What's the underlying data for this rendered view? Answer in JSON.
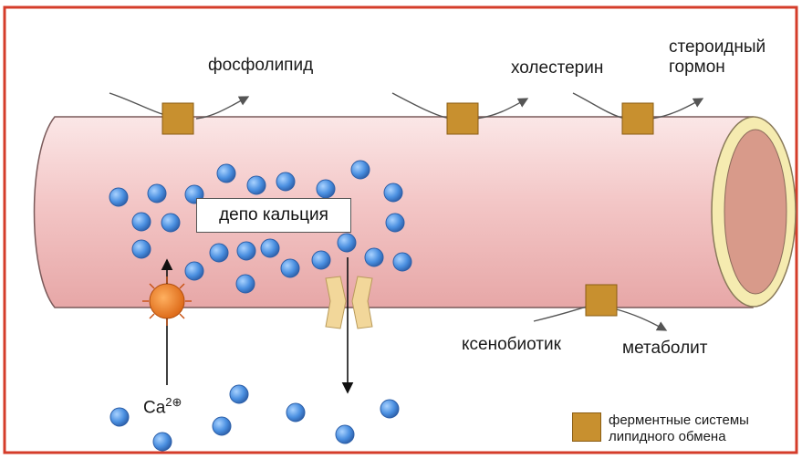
{
  "labels": {
    "phospholipid": "фосфолипид",
    "cholesterol": "холестерин",
    "steroid_hormone_line1": "стероидный",
    "steroid_hormone_line2": "гормон",
    "calcium_depot": "депо кальция",
    "xenobiotic": "ксенобиотик",
    "metabolite": "метаболит",
    "calcium_ion": "Ca",
    "calcium_charge": "2⊕"
  },
  "legend": {
    "line1": "ферментные системы",
    "line2": "липидного обмена"
  },
  "colors": {
    "frame": "#d43c2a",
    "tube": "#f0c2c2",
    "tube_edge": "#7a5a5a",
    "tube_inner": "#d89a8a",
    "tube_rim": "#f5ebb0",
    "enzyme": "#c8902f",
    "calcium_ball": "#4a8fe0",
    "channel": "#f2d79a",
    "pump": "#e67820"
  },
  "icons": [
    "enzyme-square-icon",
    "calcium-ion-icon",
    "ion-channel-icon",
    "calcium-pump-icon",
    "arrow-icon"
  ]
}
